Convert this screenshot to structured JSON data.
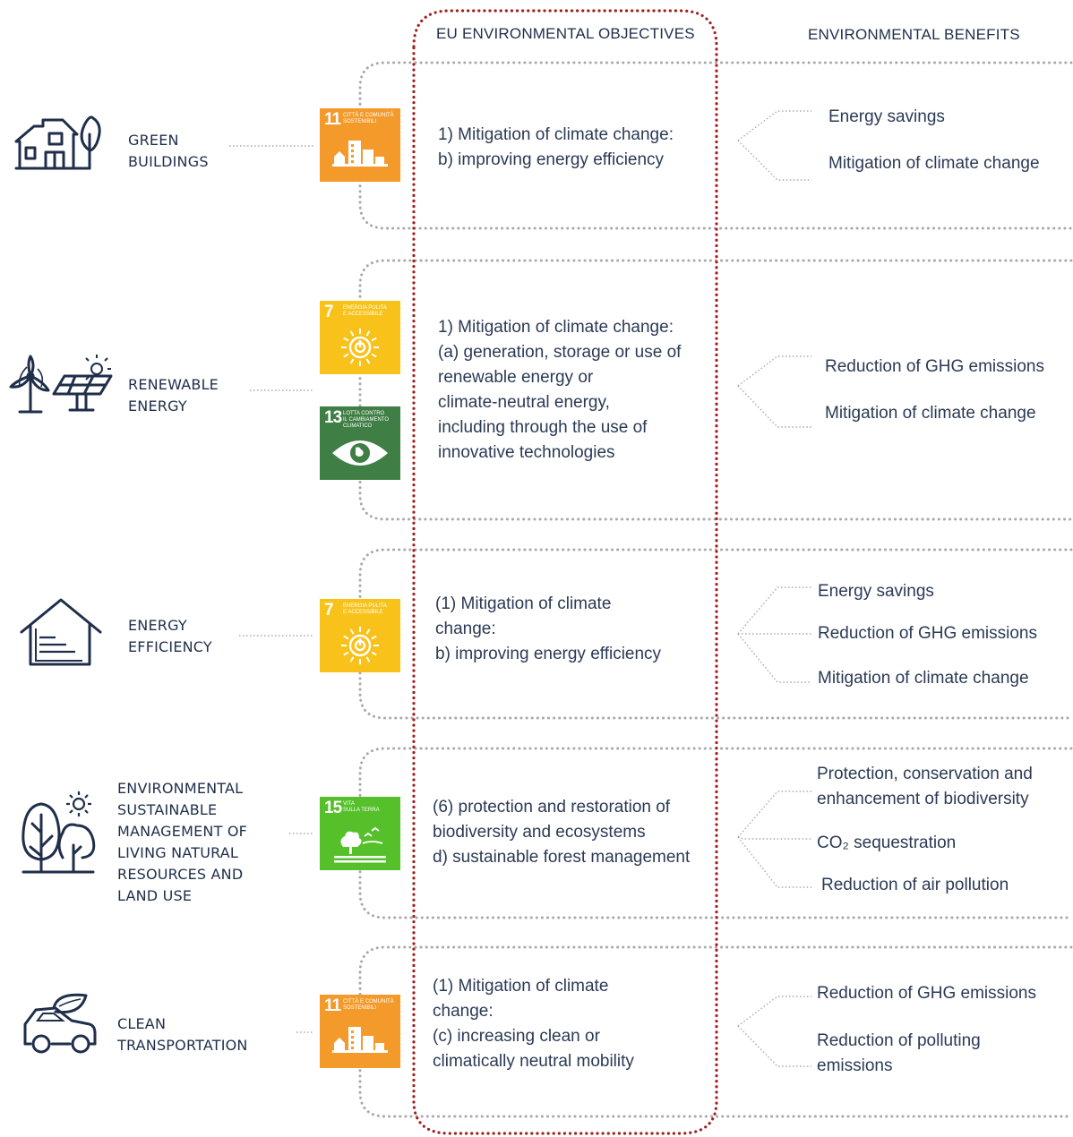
{
  "headers": {
    "objectives": "EU ENVIRONMENTAL OBJECTIVES",
    "benefits": "ENVIRONMENTAL BENEFITS"
  },
  "colors": {
    "navy": "#1f2e4a",
    "red_dotted": "#a02020",
    "grey_dotted": "#a9a9a9",
    "sdg11": "#f39a2b",
    "sdg7": "#f8c21a",
    "sdg13": "#3f7e44",
    "sdg15": "#56c02b"
  },
  "rows": [
    {
      "category": [
        "GREEN",
        "BUILDINGS"
      ],
      "icon": "green-building-icon",
      "sdg": [
        {
          "number": "11",
          "label": [
            "CITTÀ E COMUNITÀ",
            "SOSTENIBILI"
          ],
          "icon": "city-buildings-icon"
        }
      ],
      "objective": [
        "1) Mitigation of climate change:",
        "b) improving energy efficiency"
      ],
      "benefits": [
        [
          "Energy savings"
        ],
        [
          "Mitigation of climate change"
        ]
      ]
    },
    {
      "category": [
        "RENEWABLE",
        "ENERGY"
      ],
      "icon": "wind-solar-icon",
      "sdg": [
        {
          "number": "7",
          "label": [
            "ENERGIA PULITA",
            "E ACCESSIBILE"
          ],
          "icon": "sun-power-icon"
        },
        {
          "number": "13",
          "label": [
            "LOTTA CONTRO",
            "IL CAMBIAMENTO",
            "CLIMATICO"
          ],
          "icon": "earth-eye-icon"
        }
      ],
      "objective": [
        "1) Mitigation of climate change:",
        "(a) generation, storage or use of",
        "renewable energy or",
        "climate-neutral energy,",
        "including through the use of",
        "innovative technologies"
      ],
      "benefits": [
        [
          "Reduction of GHG emissions"
        ],
        [
          "Mitigation of climate change"
        ]
      ]
    },
    {
      "category": [
        "ENERGY",
        "EFFICIENCY"
      ],
      "icon": "house-efficiency-icon",
      "sdg": [
        {
          "number": "7",
          "label": [
            "ENERGIA PULITA",
            "E ACCESSIBILE"
          ],
          "icon": "sun-power-icon"
        }
      ],
      "objective": [
        "(1) Mitigation of climate",
        "change:",
        "b) improving energy efficiency"
      ],
      "benefits": [
        [
          "Energy savings"
        ],
        [
          "Reduction of GHG emissions"
        ],
        [
          "Mitigation of climate change"
        ]
      ]
    },
    {
      "category": [
        "ENVIRONMENTAL",
        "SUSTAINABLE",
        "MANAGEMENT OF",
        "LIVING NATURAL",
        "RESOURCES AND",
        "LAND USE"
      ],
      "icon": "trees-sun-icon",
      "sdg": [
        {
          "number": "15",
          "label": [
            "VITA",
            "SULLA TERRA"
          ],
          "icon": "tree-birds-icon"
        }
      ],
      "objective": [
        "(6) protection and restoration of",
        "biodiversity and ecosystems",
        "d) sustainable forest management"
      ],
      "benefits": [
        [
          "Protection, conservation and",
          "enhancement of biodiversity"
        ],
        [
          "CO₂ sequestration"
        ],
        [
          "Reduction of air pollution"
        ]
      ]
    },
    {
      "category": [
        "CLEAN",
        "TRANSPORTATION"
      ],
      "icon": "electric-car-icon",
      "sdg": [
        {
          "number": "11",
          "label": [
            "CITTÀ E COMUNITÀ",
            "SOSTENIBILI"
          ],
          "icon": "city-buildings-icon"
        }
      ],
      "objective": [
        "(1) Mitigation of climate",
        "change:",
        "(c) increasing clean or",
        "climatically neutral mobility"
      ],
      "benefits": [
        [
          "Reduction of GHG emissions"
        ],
        [
          "Reduction of polluting",
          "emissions"
        ]
      ]
    }
  ]
}
